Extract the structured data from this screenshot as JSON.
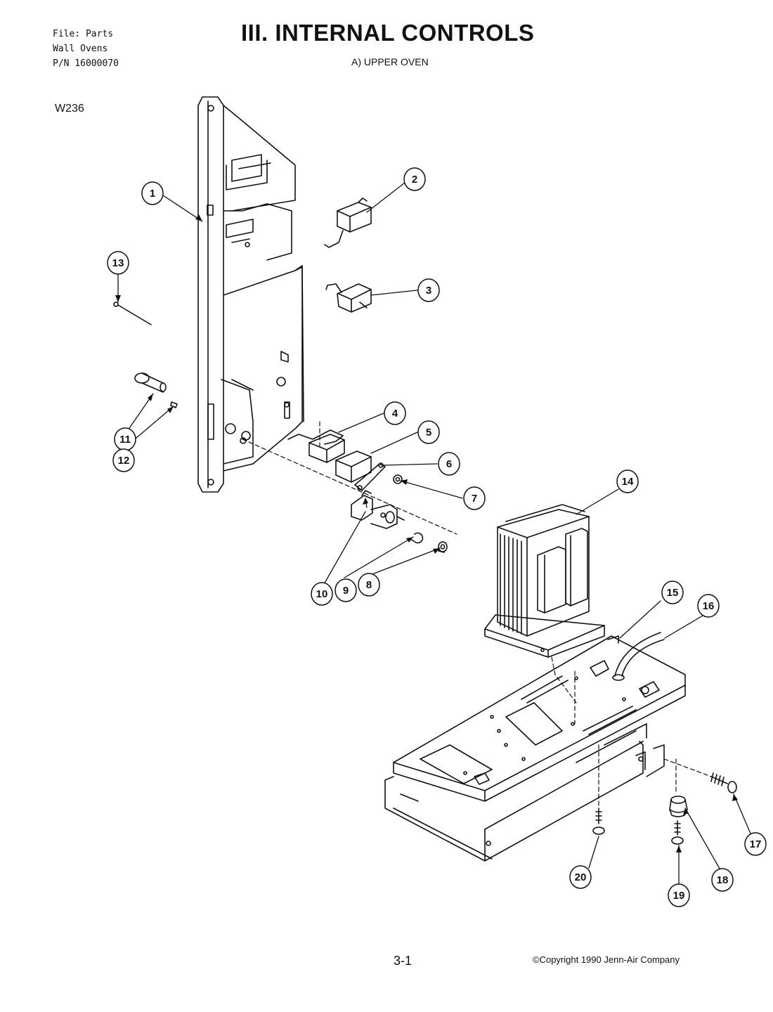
{
  "header": {
    "file_line": "File: Parts",
    "product_line": "Wall Ovens",
    "pn_line": "P/N 16000070",
    "title": "III. INTERNAL CONTROLS",
    "subtitle": "A) UPPER OVEN",
    "model": "W236"
  },
  "callouts": [
    "1",
    "2",
    "3",
    "4",
    "5",
    "6",
    "7",
    "8",
    "9",
    "10",
    "11",
    "12",
    "13",
    "14",
    "15",
    "16",
    "17",
    "18",
    "19",
    "20"
  ],
  "footer": {
    "page_number": "3-1",
    "copyright": "©Copyright 1990 Jenn-Air Company"
  }
}
